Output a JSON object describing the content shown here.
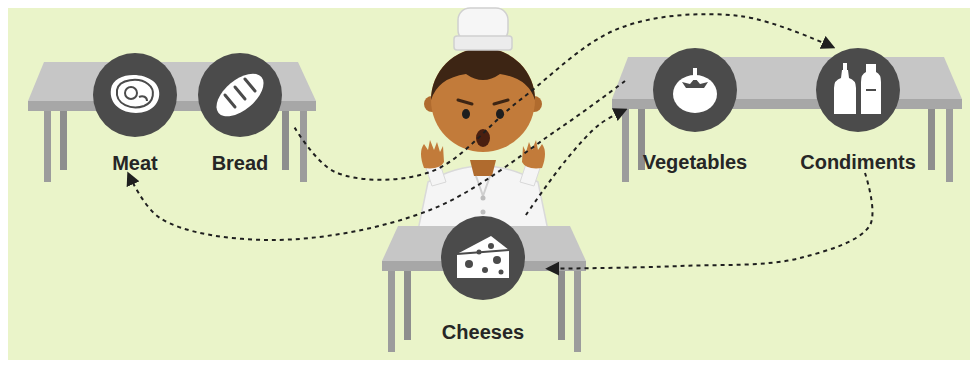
{
  "diagram": {
    "nodes": [
      {
        "text": [
          "Meat"
        ]
      },
      {
        "text": [
          "Bread"
        ]
      },
      {
        "text": [
          "Vegetables"
        ]
      },
      {
        "text": [
          "Condiments"
        ]
      },
      {
        "text": [
          "Cheeses"
        ]
      }
    ],
    "edges": [
      {
        "from": 1,
        "to": 3,
        "arrow": "to"
      },
      {
        "from": 3,
        "to": 4,
        "arrow": "to"
      },
      {
        "from": 4,
        "to": 2,
        "arrow": "to"
      },
      {
        "from": 2,
        "to": 0,
        "arrow": "to"
      }
    ]
  }
}
